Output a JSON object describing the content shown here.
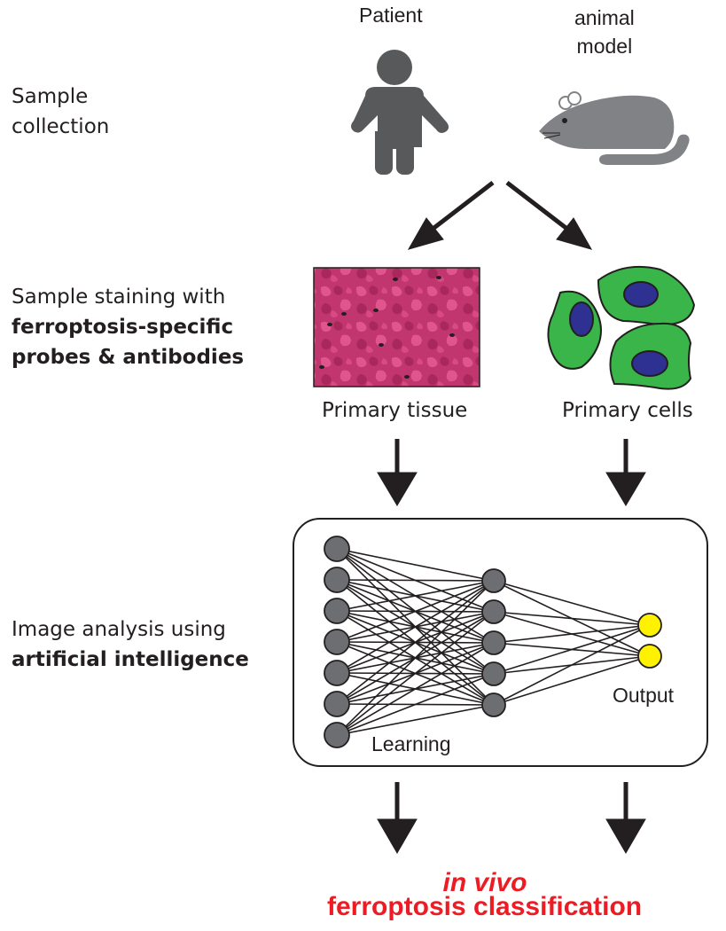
{
  "steps": {
    "collection": {
      "line1": "Sample",
      "line2": "collection"
    },
    "staining": {
      "line1": "Sample staining with",
      "bold1": "ferroptosis-specific",
      "bold2": "probes & antibodies"
    },
    "analysis": {
      "line1": "Image analysis using",
      "bold1": "artificial intelligence"
    }
  },
  "sources": {
    "patient": "Patient",
    "animal_line1": "animal",
    "animal_line2": "model"
  },
  "samples": {
    "tissue": "Primary tissue",
    "cells": "Primary cells"
  },
  "network": {
    "learning_label": "Learning",
    "output_label": "Output",
    "layers": [
      7,
      5,
      2
    ],
    "colors": {
      "hidden": "#6d6e71",
      "output": "#fff200"
    }
  },
  "result": {
    "line1": "in vivo",
    "line2": "ferroptosis classification"
  },
  "colors": {
    "tissue": "#c2366f",
    "cell": "#39b54a",
    "nucleus": "#2e3192",
    "result": "#ed1c24",
    "figure": "#58595b"
  }
}
